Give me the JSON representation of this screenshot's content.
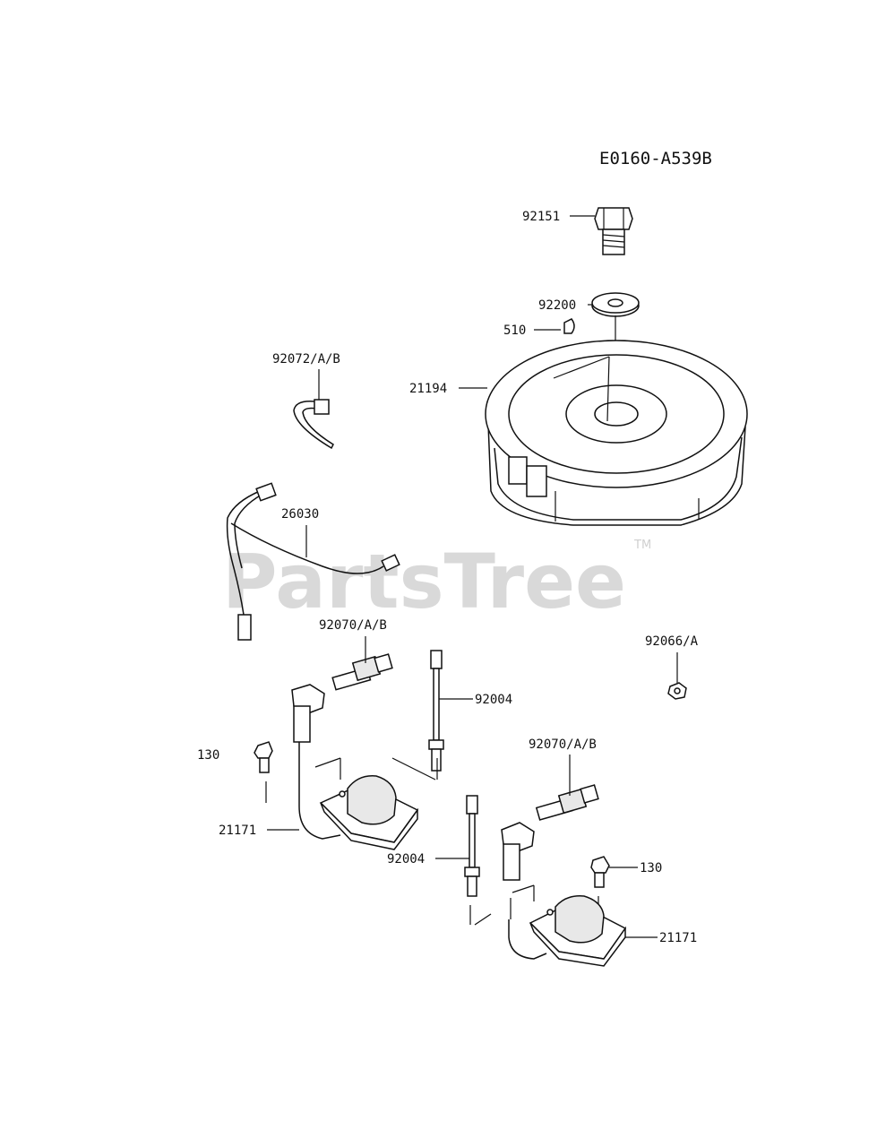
{
  "diagram": {
    "reference_code": "E0160-A539B",
    "watermark": "PartsTree",
    "watermark_tm": "TM",
    "part_labels": [
      "92151",
      "92200",
      "510",
      "21194",
      "92072/A/B",
      "26030",
      "92070/A/B",
      "92004",
      "92066/A",
      "130",
      "21171",
      "92070/A/B",
      "92004",
      "130",
      "21171"
    ]
  }
}
